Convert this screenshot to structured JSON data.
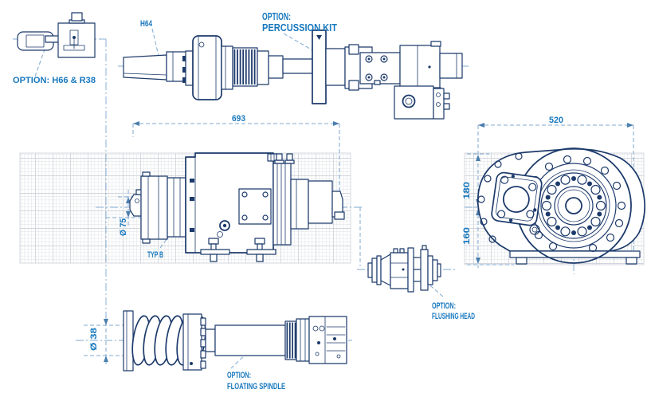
{
  "colors": {
    "line": "#1c3a6b",
    "label": "#1878be",
    "aux": "#7fa9d0",
    "arrow": "#4a7fae",
    "grid_fine": "#e7e9ec",
    "grid_major": "#d2d6dc",
    "bg": "#ffffff"
  },
  "labels": {
    "option": "OPTION:",
    "option_h66_r38": "OPTION: H66 & R38",
    "h64": "H64",
    "percussion_kit": "PERCUSSION KIT",
    "typ_b": "TYP B",
    "flushing_head": "FLUSHING HEAD",
    "floating_spindle": "FLOATING SPINDLE"
  },
  "dimensions": {
    "overall_length": "693",
    "gearbox_width": "520",
    "height_above_center": "180",
    "height_below_center": "160",
    "chuck_diameter": "Ø 75",
    "spindle_diameter": "Ø 38"
  }
}
